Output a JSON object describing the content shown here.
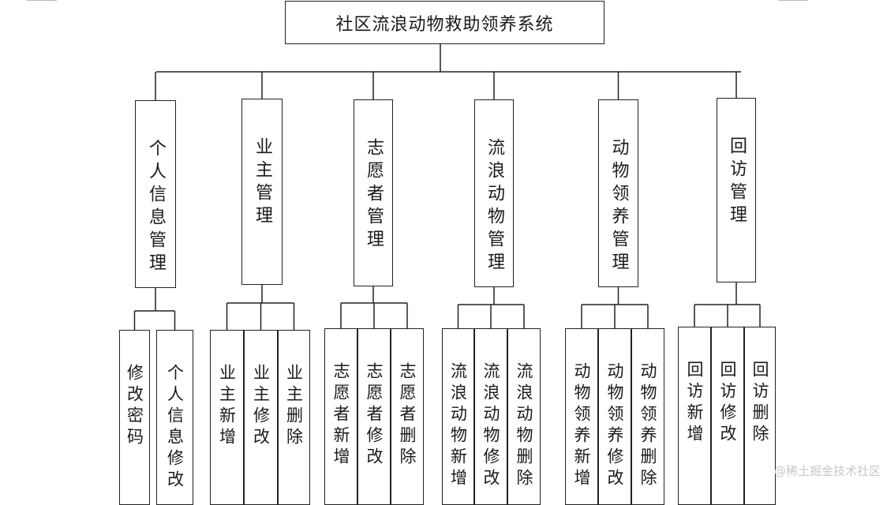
{
  "root": "社区流浪动物救助领养系统",
  "modules": [
    {
      "label": "个人信息管理",
      "children": [
        "修改密码",
        "个人信息修改"
      ]
    },
    {
      "label": "业主管理",
      "children": [
        "业主新增",
        "业主修改",
        "业主删除"
      ]
    },
    {
      "label": "志愿者管理",
      "children": [
        "志愿者新增",
        "志愿者修改",
        "志愿者删除"
      ]
    },
    {
      "label": "流浪动物管理",
      "children": [
        "流浪动物新增",
        "流浪动物修改",
        "流浪动物删除"
      ]
    },
    {
      "label": "动物领养管理",
      "children": [
        "动物领养新增",
        "动物领养修改",
        "动物领养删除"
      ]
    },
    {
      "label": "回访管理",
      "children": [
        "回访新增",
        "回访修改",
        "回访删除"
      ]
    }
  ],
  "watermark": "@稀土掘金技术社区"
}
